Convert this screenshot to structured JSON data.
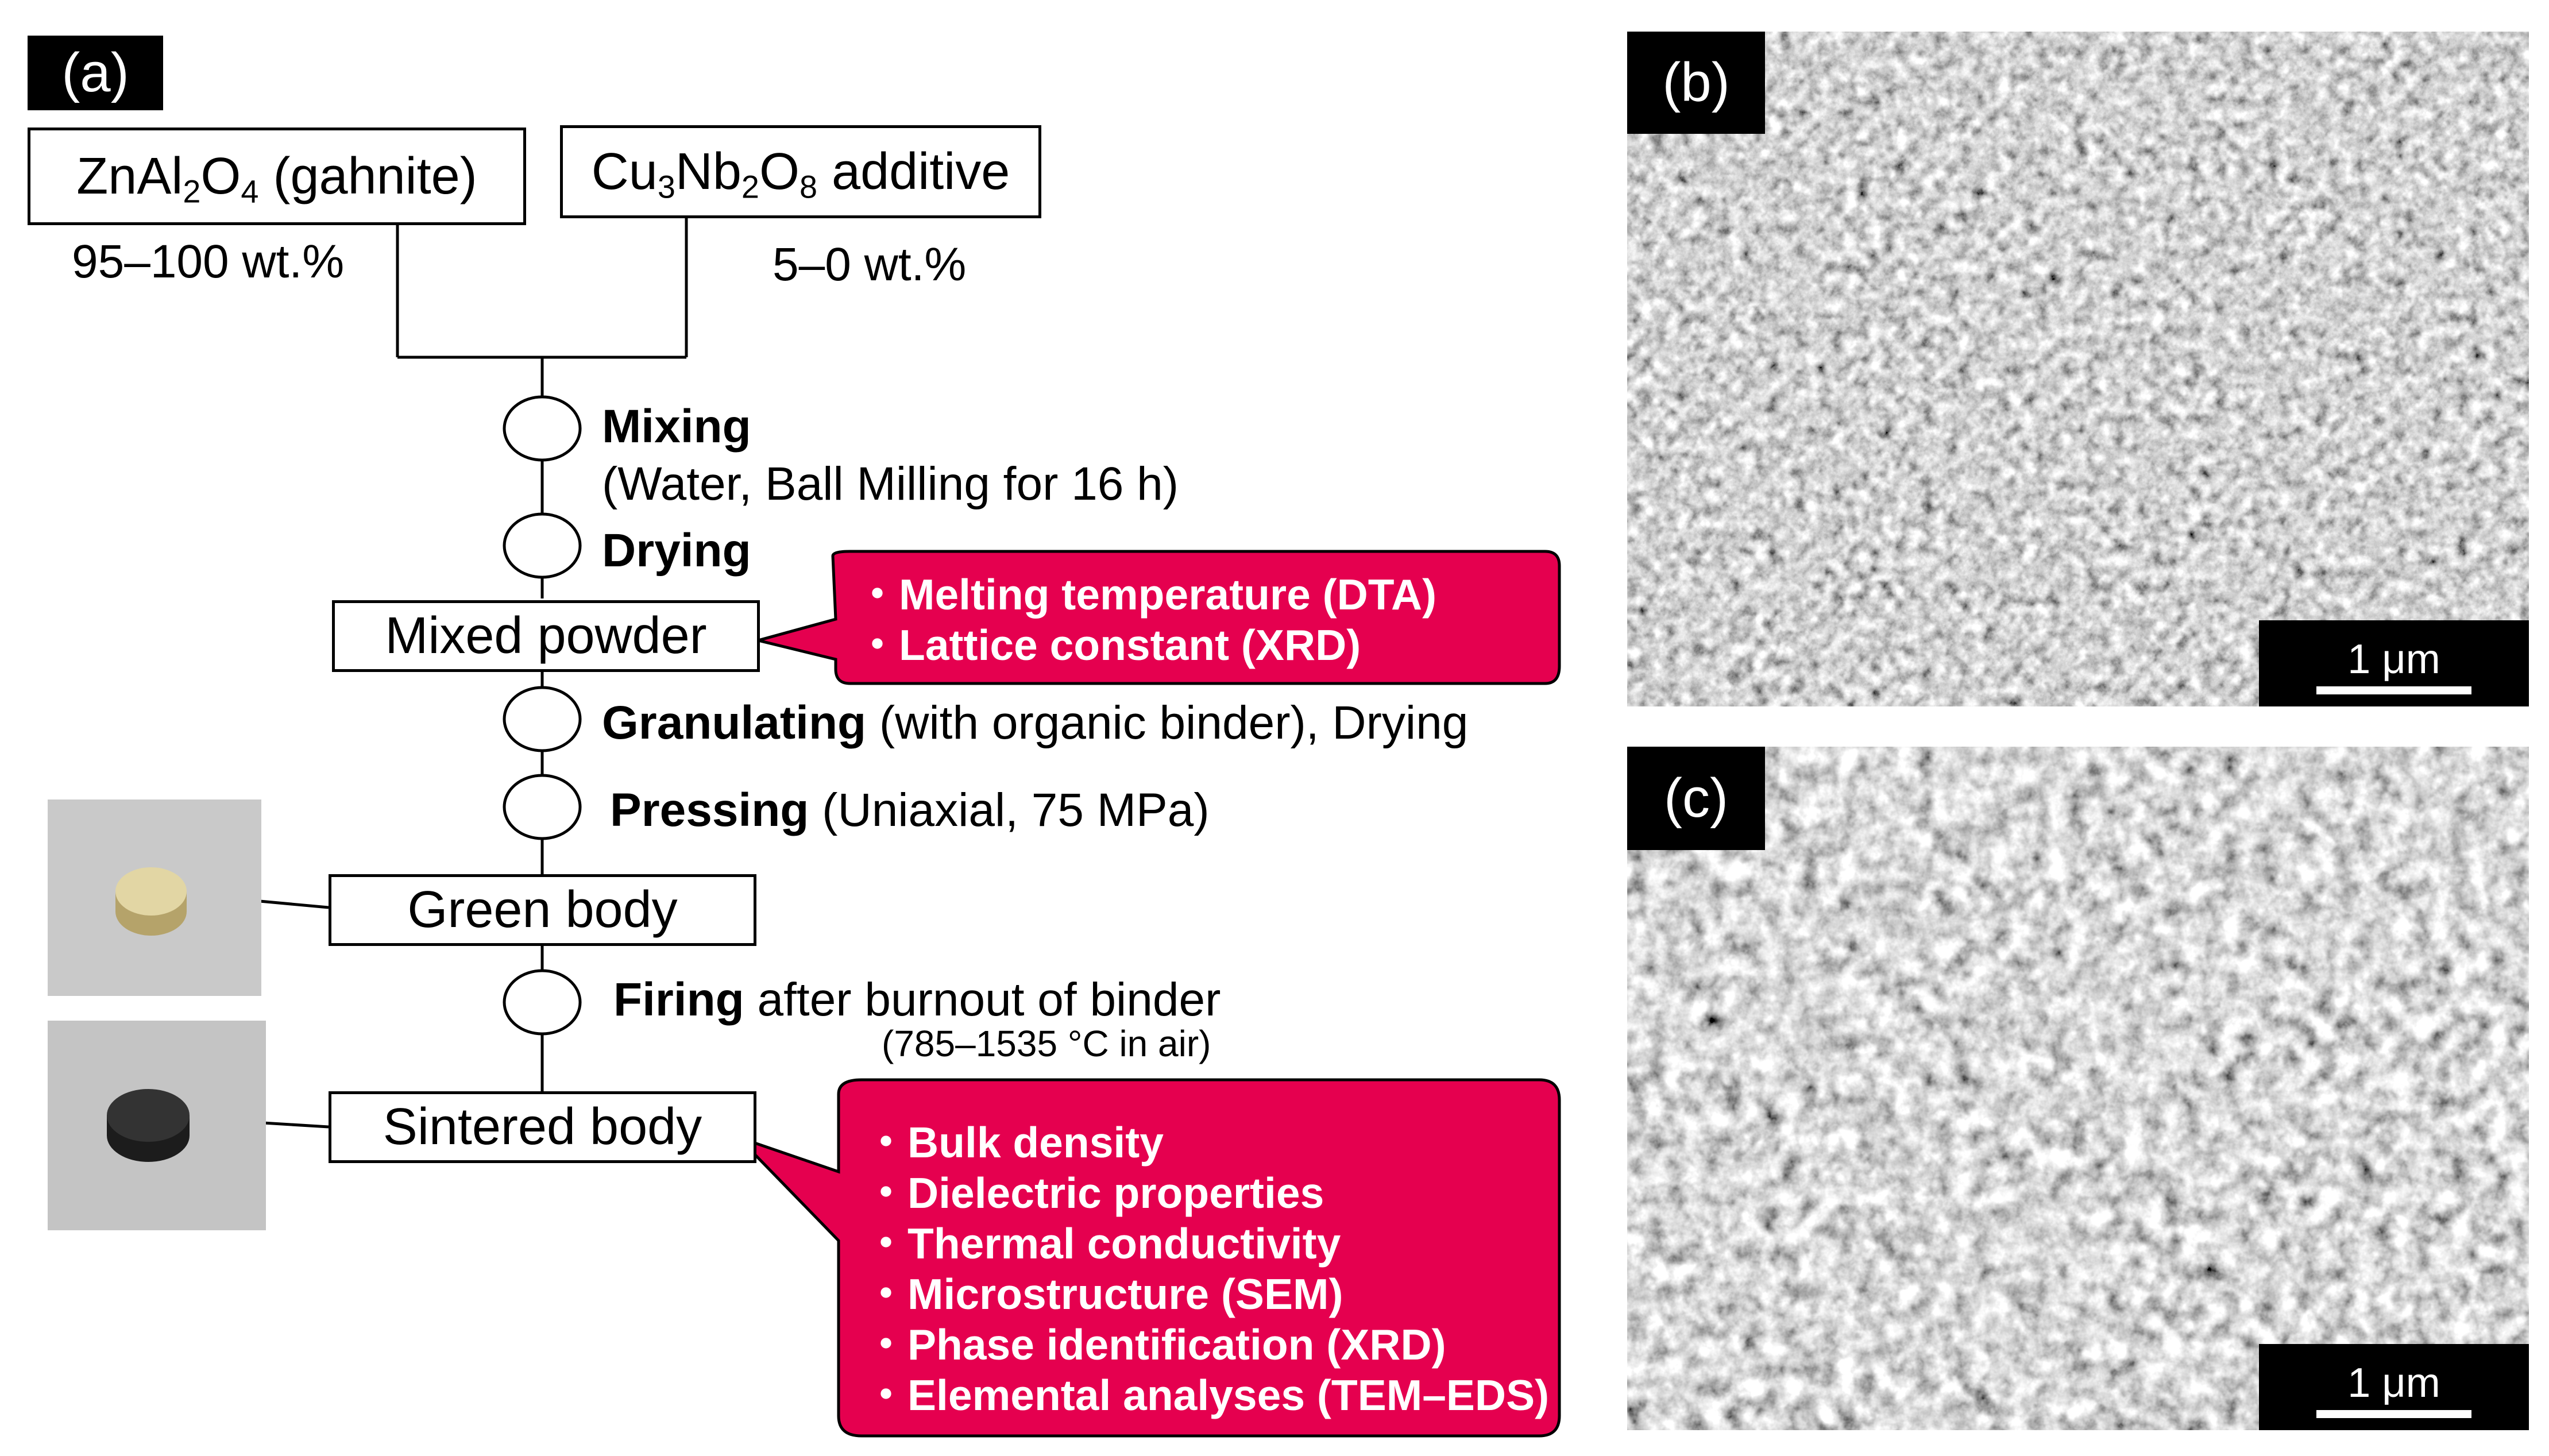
{
  "panel_a": {
    "label": "(a)",
    "inputs": {
      "gahnite": {
        "pre": "ZnAl",
        "sub1": "2",
        "mid": "O",
        "sub2": "4",
        "post": " (gahnite)",
        "amount": "95–100 wt.%"
      },
      "additive": {
        "pre": "Cu",
        "sub1": "3",
        "mid1": "Nb",
        "sub2": "2",
        "mid2": "O",
        "sub3": "8",
        "post": " additive",
        "amount": "5–0 wt.%"
      }
    },
    "steps": {
      "mixing": {
        "title": "Mixing",
        "detail": "(Water, Ball Milling for 16 h)"
      },
      "drying": {
        "title": "Drying"
      },
      "granulating": {
        "title": "Granulating",
        "detail": " (with organic binder), Drying"
      },
      "pressing": {
        "title": "Pressing",
        "detail": " (Uniaxial, 75 MPa)"
      },
      "firing": {
        "title": "Firing",
        "detail": " after burnout of binder",
        "condition": "(785–1535 °C in air)"
      }
    },
    "boxes": {
      "mixed_powder": "Mixed powder",
      "green_body": "Green body",
      "sintered_body": "Sintered body"
    },
    "callouts": {
      "mixed_powder": [
        "・Melting temperature (DTA)",
        "・Lattice constant (XRD)"
      ],
      "sintered_body": [
        "・Bulk density",
        "・Dielectric properties",
        "・Thermal conductivity",
        "・Microstructure (SEM)",
        "・Phase identification (XRD)",
        "・Elemental analyses (TEM–EDS)"
      ]
    },
    "colors": {
      "callout": "#e5004f",
      "green_body": "#d8c98f",
      "sintered_body": "#2a2a2a",
      "photo_bg": "#c9c9c9"
    }
  },
  "panel_b": {
    "label": "(b)",
    "scale": "1 μm"
  },
  "panel_c": {
    "label": "(c)",
    "scale": "1 μm"
  }
}
